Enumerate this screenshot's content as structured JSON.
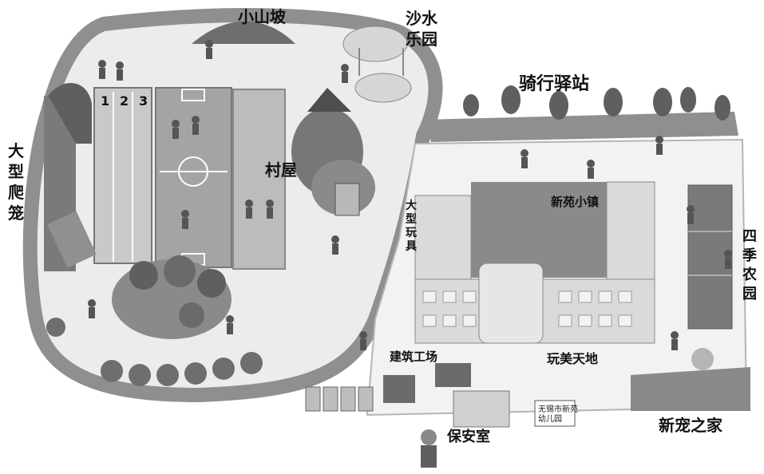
{
  "map": {
    "labels": {
      "hill": "小山坡",
      "sand_water": [
        "沙水",
        "乐园"
      ],
      "bike_station": "骑行驿站",
      "climbing": [
        "大",
        "型",
        "爬",
        "笼"
      ],
      "cabin": "村屋",
      "toys": [
        "大",
        "型",
        "玩",
        "具"
      ],
      "new_town": "新苑小镇",
      "four_seasons": [
        "四",
        "季",
        "农",
        "园"
      ],
      "construction": "建筑工场",
      "art_space": "玩美天地",
      "security": "保安室",
      "pet_home": "新宠之家",
      "track_lanes": [
        "1",
        "2",
        "3"
      ],
      "sign_text": [
        "无锡市新苑",
        "幼儿园"
      ]
    },
    "colors": {
      "path": "#8f8f8f",
      "ground": "#ececec",
      "track": "#c9c9c9",
      "field": "#a4a4a4",
      "court": "#bcbcbc",
      "tree": "#8a8a8a",
      "tree_dark": "#5f5f5f",
      "building": "#dadada",
      "farm": "#7a7a7a"
    }
  }
}
